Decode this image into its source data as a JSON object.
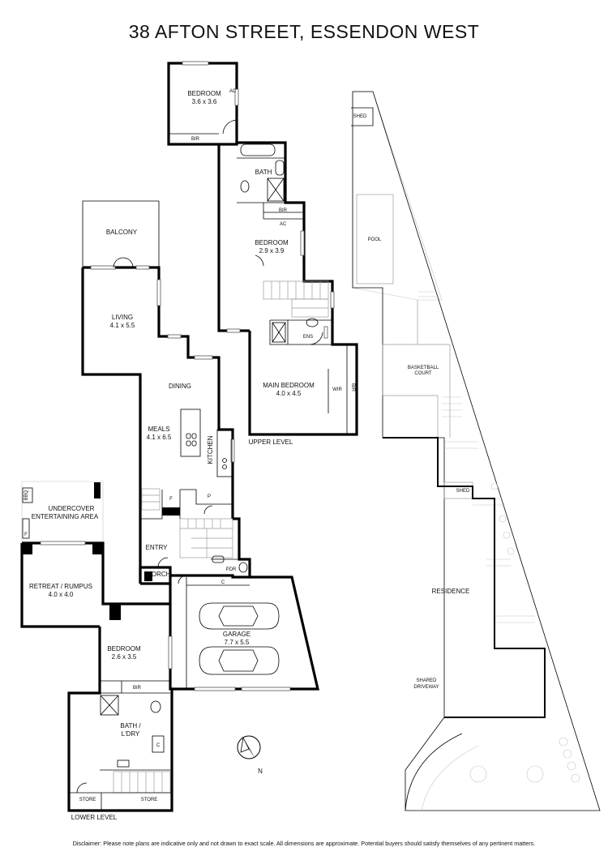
{
  "title": "38 AFTON STREET, ESSENDON WEST",
  "levels": {
    "upper": "UPPER LEVEL",
    "lower": "LOWER LEVEL"
  },
  "rooms": {
    "bedroom_top": {
      "name": "BEDROOM",
      "dims": "3.6 x 3.6"
    },
    "bir_top": "BIR",
    "ac_top": "AC",
    "bath_upper": "BATH",
    "bir_mid": "BIR",
    "ac_mid": "AC",
    "bedroom_mid": {
      "name": "BEDROOM",
      "dims": "2.9 x 3.9"
    },
    "balcony": "BALCONY",
    "living": {
      "name": "LIVING",
      "dims": "4.1 x 5.5"
    },
    "ens": "ENS",
    "main_bedroom": {
      "name": "MAIN BEDROOM",
      "dims": "4.0 x 4.5"
    },
    "wir": "WIR",
    "bir_main": "BIR",
    "dining": "DINING",
    "meals": {
      "name": "MEALS",
      "dims": "4.1 x 6.5"
    },
    "kitchen": "KITCHEN",
    "f_kitchen": "F",
    "p_kitchen": "P",
    "undercover": {
      "line1": "UNDERCOVER",
      "line2": "ENTERTAINING AREA"
    },
    "bbq": "BBQ",
    "f_outdoor": "F",
    "entry": "ENTRY",
    "porch": "PORCH",
    "pdr": "PDR",
    "c_entry": "C",
    "retreat": {
      "name": "RETREAT / RUMPUS",
      "dims": "4.0 x 4.0"
    },
    "garage": {
      "name": "GARAGE",
      "dims": "7.7 x 5.5"
    },
    "bedroom_low": {
      "name": "BEDROOM",
      "dims": "2.6 x 3.5"
    },
    "bir_low": "BIR",
    "bath_ldry": {
      "line1": "BATH /",
      "line2": "L'DRY"
    },
    "c_bath": "C",
    "store_left": "STORE",
    "store_right": "STORE"
  },
  "site": {
    "shed_top": "SHED",
    "pool": "POOL",
    "basketball": {
      "line1": "BASKETBALL",
      "line2": "COURT"
    },
    "shed_mid": "SHED",
    "residence": "RESIDENCE",
    "driveway": {
      "line1": "SHARED",
      "line2": "DRIVEWAY"
    }
  },
  "compass": {
    "north_label": "N"
  },
  "disclaimer": "Disclaimer: Please note plans are indicative only and not drawn to exact scale. All dimensions are approximate. Potential buyers should satisfy themselves of any pertinent matters."
}
